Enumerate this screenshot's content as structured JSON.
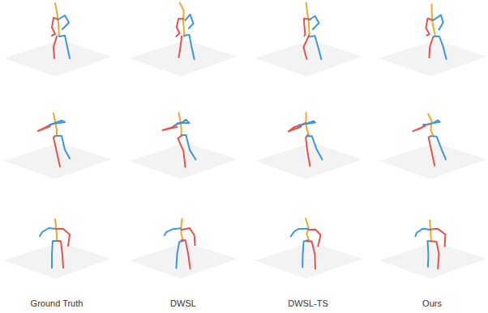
{
  "diagram": {
    "labels": [
      "Ground Truth",
      "DWSL",
      "DWSL-TS",
      "Ours"
    ]
  }
}
